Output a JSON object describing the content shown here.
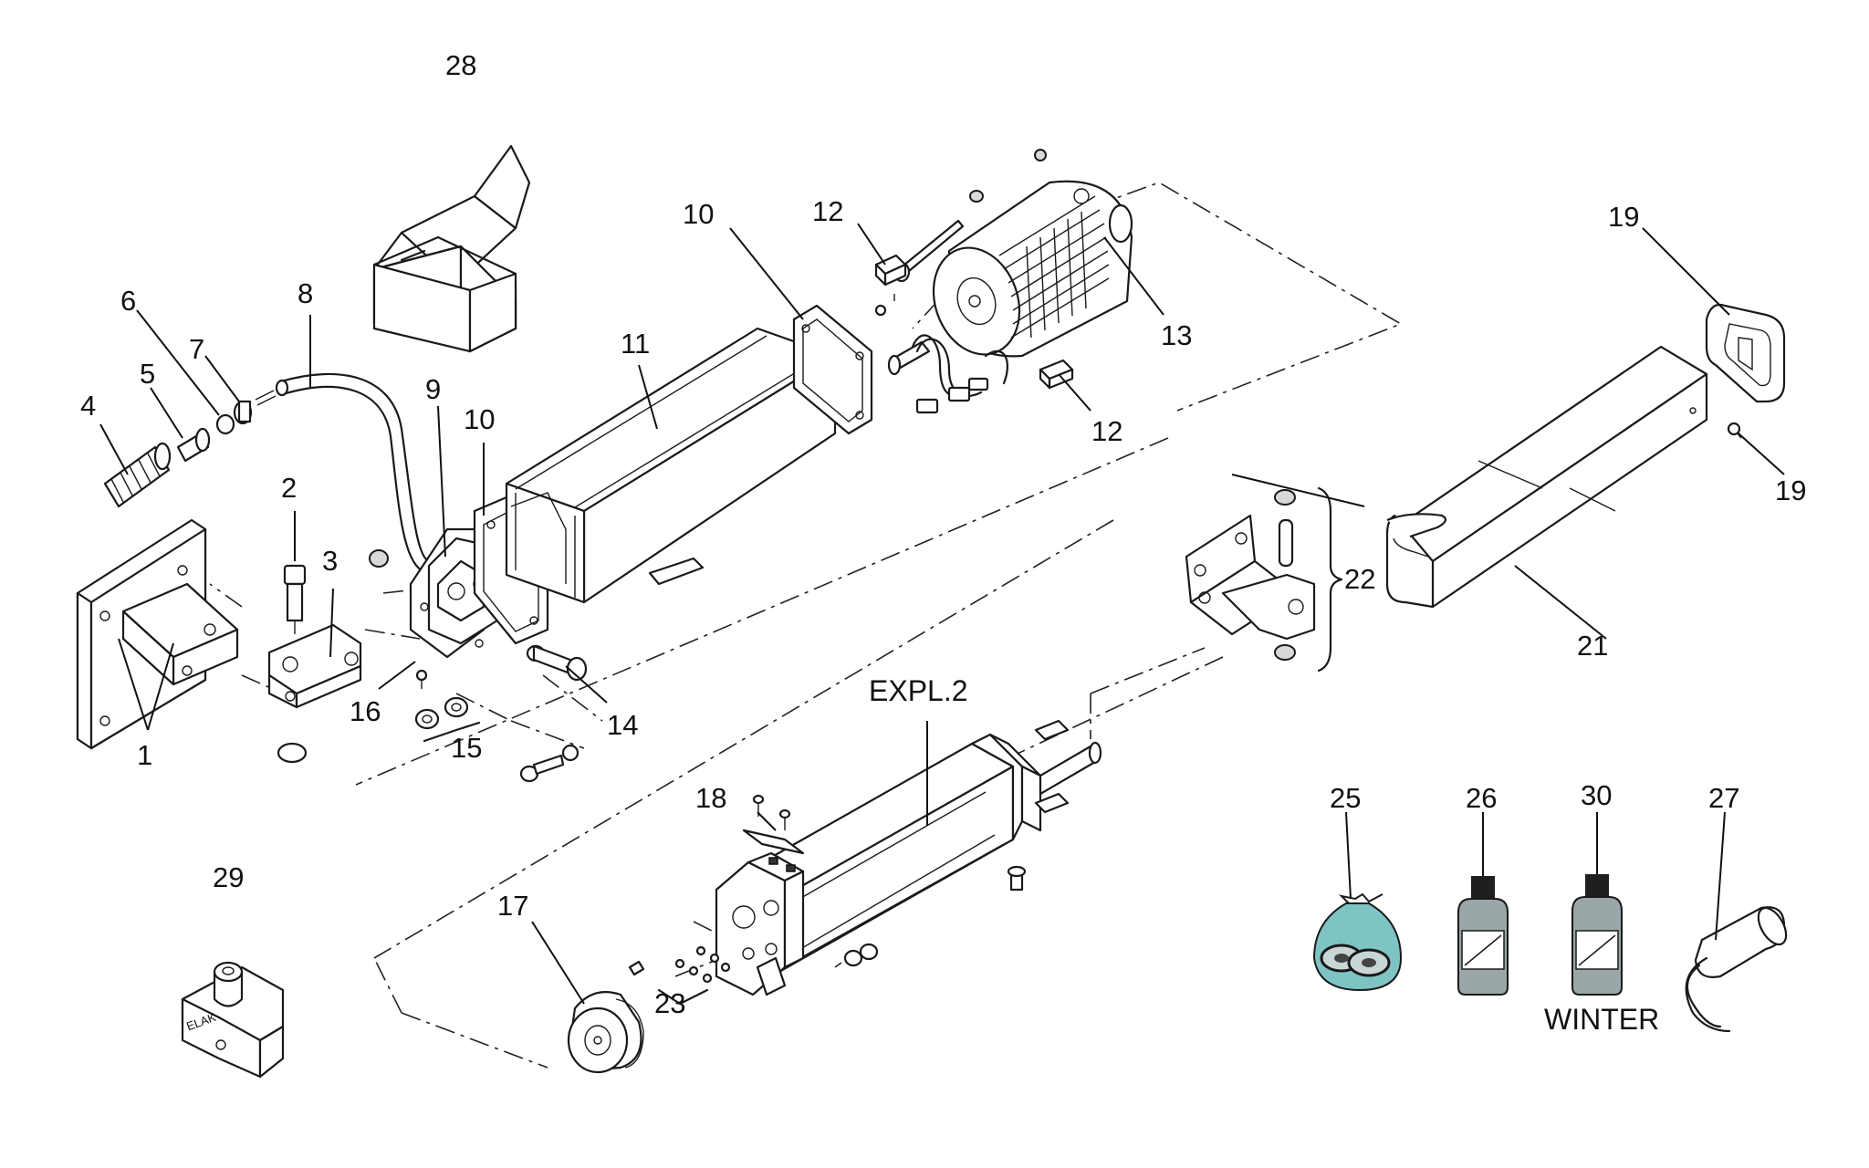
{
  "callouts": {
    "c1": "1",
    "c2": "2",
    "c3": "3",
    "c4": "4",
    "c5": "5",
    "c6": "6",
    "c7": "7",
    "c8": "8",
    "c9": "9",
    "c10a": "10",
    "c10b": "10",
    "c11": "11",
    "c12a": "12",
    "c12b": "12",
    "c13": "13",
    "c14": "14",
    "c15": "15",
    "c16": "16",
    "c17": "17",
    "c18": "18",
    "c19a": "19",
    "c19b": "19",
    "c21": "21",
    "c22": "22",
    "c23": "23",
    "c25": "25",
    "c26": "26",
    "c27": "27",
    "c28": "28",
    "c29": "29",
    "c30": "30"
  },
  "labels": {
    "expl2": "EXPL.2",
    "winter": "WINTER",
    "key_marking": "ELAK"
  },
  "colors": {
    "line": "#1a1a1a",
    "grease_bag": "#7fc4c4",
    "bottle": "#9aa6a8",
    "bottle_cap": "#1f1f1f"
  }
}
